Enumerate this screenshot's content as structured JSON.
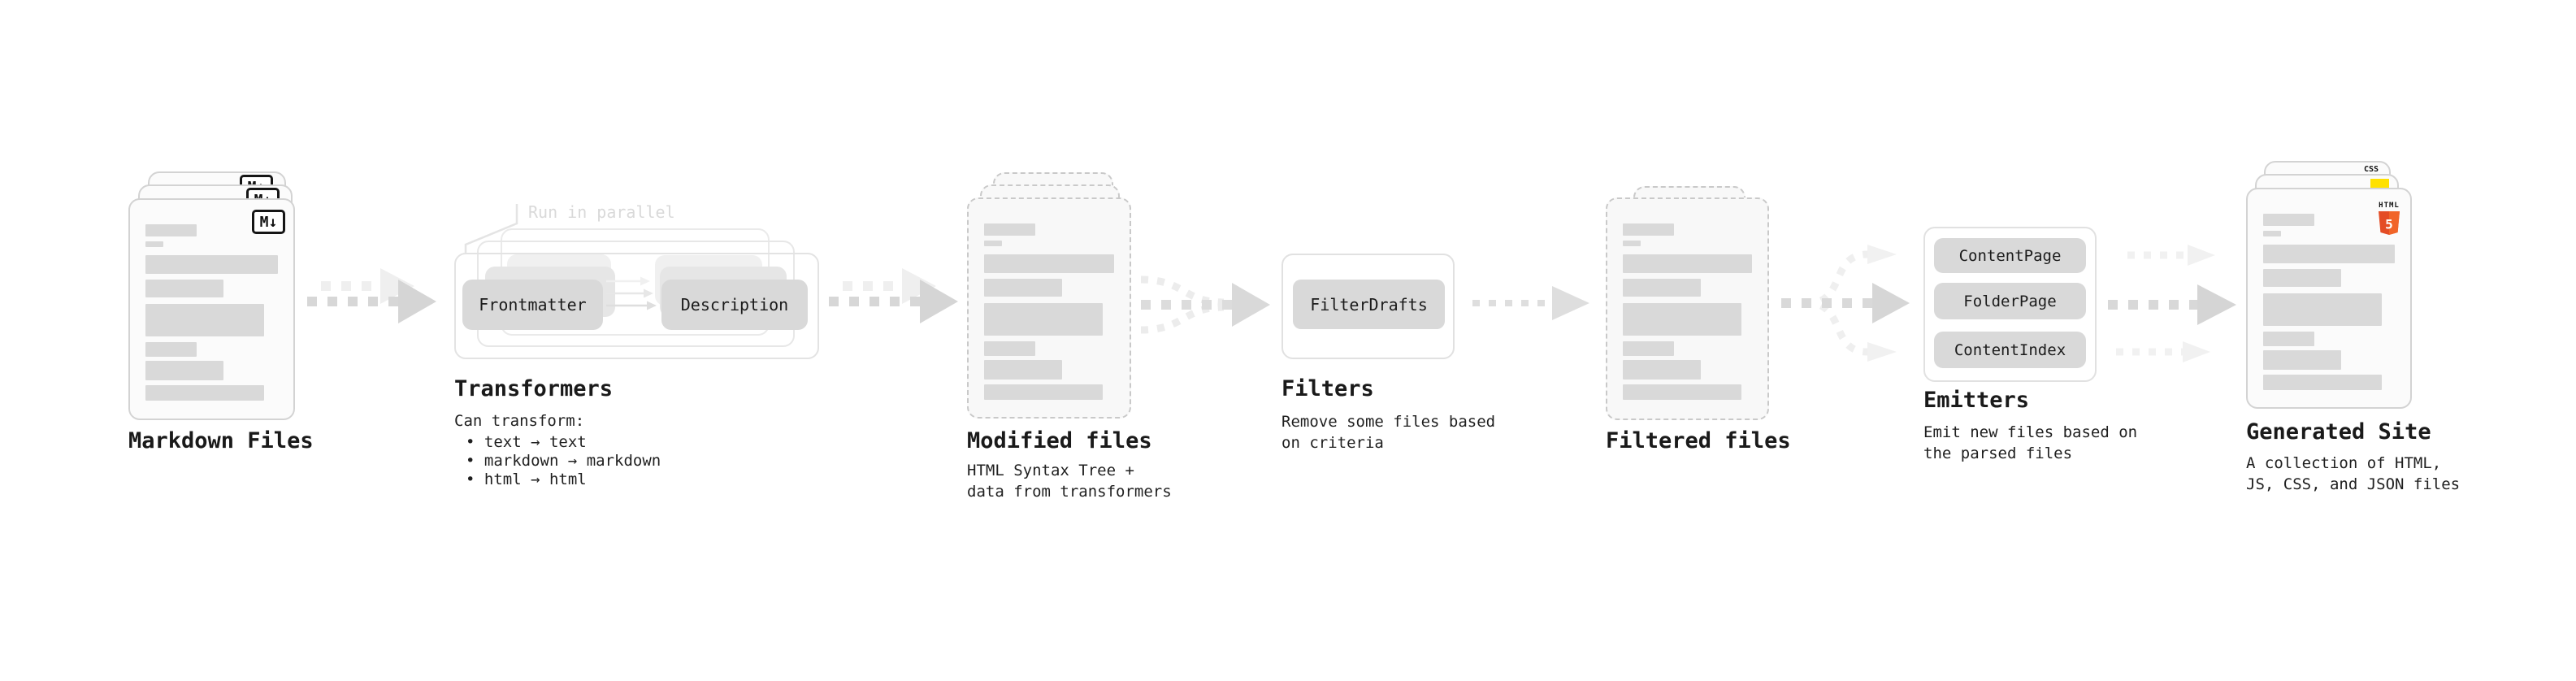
{
  "stages": {
    "markdown_files": {
      "label": "Markdown Files",
      "badge": "M↓"
    },
    "transformers": {
      "annotation": "Run in parallel",
      "nodes": [
        "Frontmatter",
        "Description"
      ],
      "title": "Transformers",
      "description_heading": "Can transform:",
      "capabilities": [
        "text → text",
        "markdown → markdown",
        "html → html"
      ]
    },
    "modified_files": {
      "title": "Modified files",
      "description": [
        "HTML Syntax Tree +",
        "data from transformers"
      ]
    },
    "filters": {
      "nodes": [
        "FilterDrafts"
      ],
      "title": "Filters",
      "description": [
        "Remove some files based",
        "on criteria"
      ]
    },
    "filtered_files": {
      "title": "Filtered files"
    },
    "emitters": {
      "nodes": [
        "ContentPage",
        "FolderPage",
        "ContentIndex"
      ],
      "title": "Emitters",
      "description": [
        "Emit new files based on",
        "the parsed files"
      ]
    },
    "generated_site": {
      "title": "Generated Site",
      "description": [
        "A collection of HTML,",
        "JS, CSS, and JSON files"
      ],
      "badges": {
        "html_label": "HTML",
        "html_number": "5",
        "css": "CSS"
      }
    }
  },
  "colors": {
    "html5_orange": "#e44d26",
    "html5_orange_light": "#f16529",
    "js_yellow": "#ffe100",
    "css_blue": "#2b5ce6",
    "node_fill": "#d9d9d9",
    "arrow_gray": "#d7d7d7",
    "arrow_faint": "#f0f0f0",
    "text_dark": "#1a1a1a",
    "annotation_gray": "#d9d9d9"
  }
}
